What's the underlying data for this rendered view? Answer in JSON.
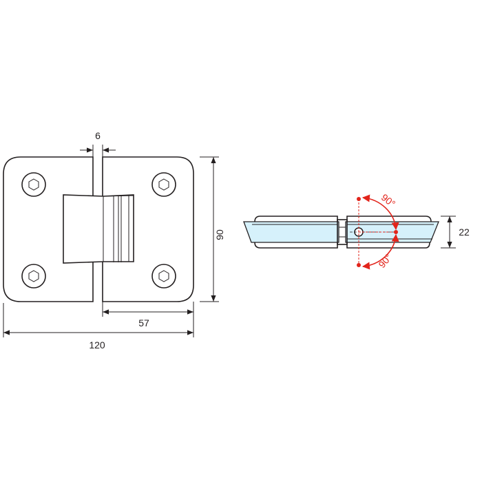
{
  "dimensions": {
    "gap_width": "6",
    "height": "90",
    "leaf_width": "57",
    "total_width": "120",
    "thickness": "22"
  },
  "rotation": {
    "upper_angle": "90°",
    "lower_angle": "90°",
    "color": "#e2241b"
  },
  "colors": {
    "line": "#231f20",
    "glass": "#d6f1fb",
    "glass_edge": "#9fd3ea"
  },
  "icons": [
    "hex-screw-icon",
    "hex-screw-icon",
    "hex-screw-icon",
    "hex-screw-icon",
    "pivot-pin-icon"
  ]
}
